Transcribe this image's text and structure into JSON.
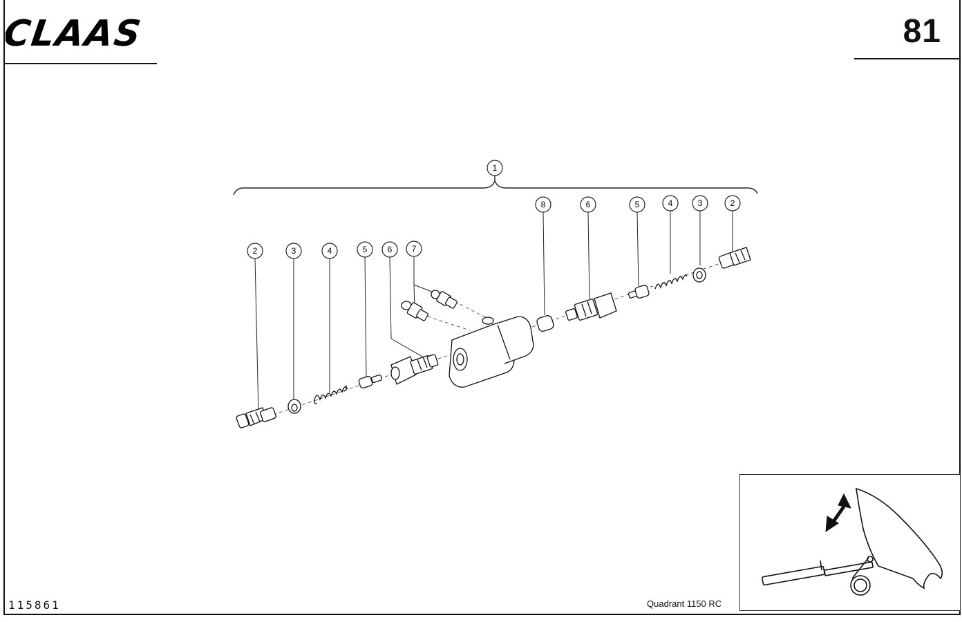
{
  "header": {
    "brand": "CLAAS",
    "page_number": "81"
  },
  "footer": {
    "doc_number": "115861",
    "model": "Quadrant 1150 RC"
  },
  "diagram": {
    "assembly_callout": "1",
    "left_group_callouts": [
      "2",
      "3",
      "4",
      "5",
      "6",
      "7"
    ],
    "right_group_callouts": [
      "8",
      "6",
      "5",
      "4",
      "3",
      "2"
    ]
  }
}
